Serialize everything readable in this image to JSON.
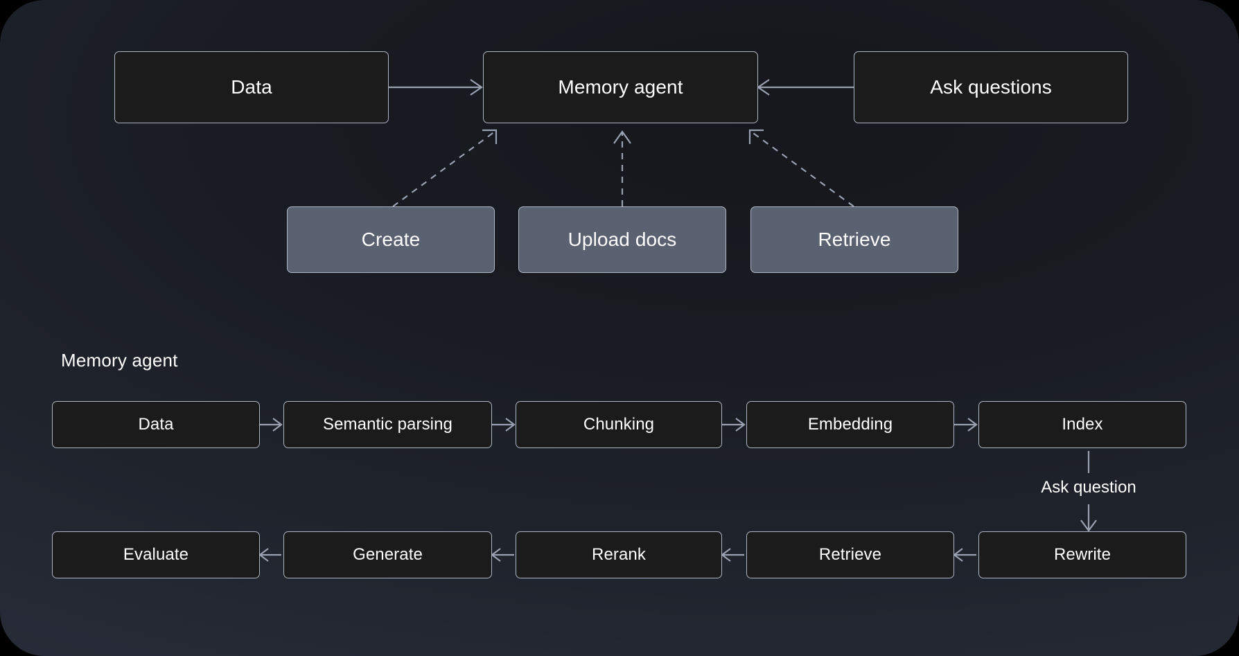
{
  "diagram": {
    "title_label": "Memory agent",
    "colors": {
      "box_fill": "#1b1b1b",
      "box_fill_light": "#5a6170",
      "box_stroke": "#aeb5c4",
      "connector": "#9aa2b1",
      "text": "#ffffff",
      "background_dark": "#15171c",
      "background_light": "#2b3140"
    },
    "top_row": [
      {
        "id": "data",
        "label": "Data"
      },
      {
        "id": "memory-agent",
        "label": "Memory agent"
      },
      {
        "id": "ask-questions",
        "label": "Ask questions"
      }
    ],
    "capability_row": [
      {
        "id": "create",
        "label": "Create"
      },
      {
        "id": "upload-docs",
        "label": "Upload docs"
      },
      {
        "id": "retrieve-capability",
        "label": "Retrieve"
      }
    ],
    "pipeline_row": [
      {
        "id": "pipe-data",
        "label": "Data"
      },
      {
        "id": "pipe-semantic-parsing",
        "label": "Semantic parsing"
      },
      {
        "id": "pipe-chunking",
        "label": "Chunking"
      },
      {
        "id": "pipe-embedding",
        "label": "Embedding"
      },
      {
        "id": "pipe-index",
        "label": "Index"
      }
    ],
    "query_row": [
      {
        "id": "query-evaluate",
        "label": "Evaluate"
      },
      {
        "id": "query-generate",
        "label": "Generate"
      },
      {
        "id": "query-rerank",
        "label": "Rerank"
      },
      {
        "id": "query-retrieve",
        "label": "Retrieve"
      },
      {
        "id": "query-rewrite",
        "label": "Rewrite"
      }
    ],
    "edge_labels": [
      {
        "id": "ask-question",
        "label": "Ask question"
      }
    ]
  }
}
